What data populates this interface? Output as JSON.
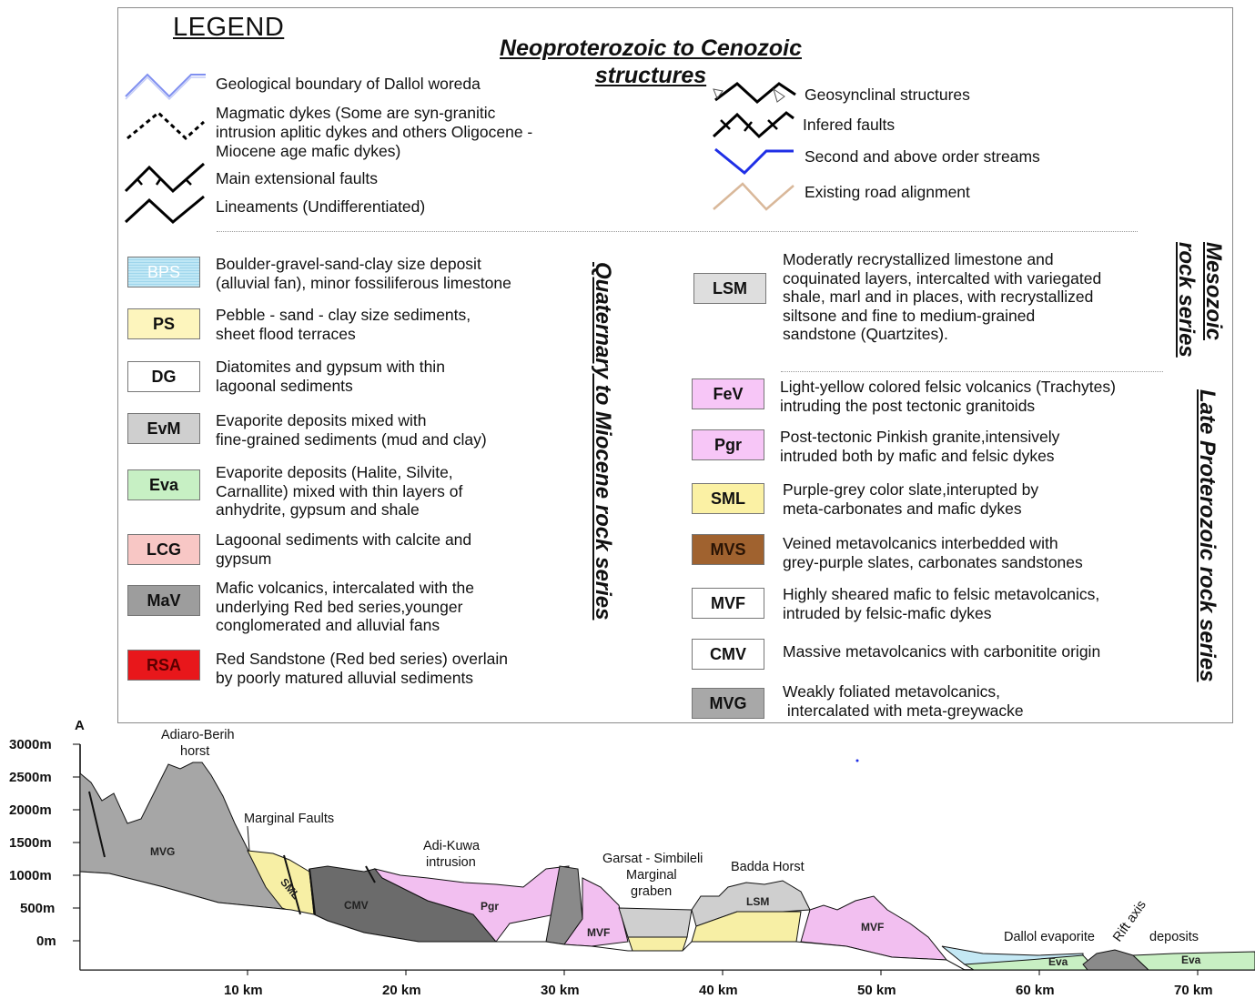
{
  "legend": {
    "title": "LEGEND",
    "structures_title": "Neoproterozoic to Cenozoic structures",
    "structures_left": [
      {
        "icon": "geological-boundary-icon",
        "label": "Geological boundary of Dallol woreda",
        "color": "#7f8ff0"
      },
      {
        "icon": "magmatic-dyke-icon",
        "label": "Magmatic dykes (Some are syn-granitic\nintrusion aplitic dykes and others Oligocene -\nMiocene age mafic dykes)",
        "color": "#000000"
      },
      {
        "icon": "extensional-fault-icon",
        "label": "Main extensional faults",
        "color": "#000000"
      },
      {
        "icon": "lineament-icon",
        "label": "Lineaments (Undifferentiated)",
        "color": "#000000"
      }
    ],
    "structures_right": [
      {
        "icon": "geosyncline-icon",
        "label": "Geosynclinal structures",
        "color": "#000000"
      },
      {
        "icon": "inferred-fault-icon",
        "label": "Infered faults",
        "color": "#000000"
      },
      {
        "icon": "stream-icon",
        "label": "Second and above order streams",
        "color": "#1f2fe6"
      },
      {
        "icon": "road-icon",
        "label": "Existing road alignment",
        "color": "#d9b89a"
      }
    ],
    "quaternary_label": "Quaternary to Miocene rock series",
    "mesozoic_label": "Mesozoic rock series",
    "proterozoic_label": "Late Proterozoic rock series",
    "units_left": [
      {
        "code": "BPS",
        "color": "#bfe7f5",
        "desc": "Boulder-gravel-sand-clay size deposit\n(alluvial fan), minor fossiliferous limestone"
      },
      {
        "code": "PS",
        "color": "#fdf5bd",
        "desc": "Pebble - sand - clay size sediments,\nsheet flood terraces"
      },
      {
        "code": "DG",
        "color": "#ffffff",
        "desc": "Diatomites and gypsum with thin\nlagoonal sediments"
      },
      {
        "code": "EvM",
        "color": "#cfcfcf",
        "desc": "Evaporite deposits mixed with\nfine-grained sediments (mud and clay)"
      },
      {
        "code": "Eva",
        "color": "#c7f0c4",
        "desc": "Evaporite deposits (Halite, Silvite,\nCarnallite) mixed with thin layers of\nanhydrite, gypsum and shale"
      },
      {
        "code": "LCG",
        "color": "#f8c7c5",
        "desc": "Lagoonal sediments with calcite and\ngypsum"
      },
      {
        "code": "MaV",
        "color": "#9d9d9d",
        "desc": "Mafic volcanics, intercalated with the\nunderlying Red bed series,younger\nconglomerated and alluvial fans"
      },
      {
        "code": "RSA",
        "color": "#e8171b",
        "desc": "Red Sandstone (Red bed series) overlain\nby poorly matured alluvial sediments"
      }
    ],
    "units_right": [
      {
        "code": "LSM",
        "color": "#dedede",
        "desc": "Moderatly recrystallized limestone and\ncoquinated layers, intercalted with variegated\nshale, marl and in places, with recrystallized\nsiltsone and fine to medium-grained\nsandstone (Quartzites)."
      },
      {
        "code": "FeV",
        "color": "#f7c6f7",
        "desc": "Light-yellow colored felsic volcanics (Trachytes)\nintruding the post tectonic granitoids"
      },
      {
        "code": "Pgr",
        "color": "#f7c6f7",
        "desc": "Post-tectonic Pinkish granite,intensively\nintruded both by mafic and felsic dykes"
      },
      {
        "code": "SML",
        "color": "#fbf1a4",
        "desc": "Purple-grey color slate,interupted by\nmeta-carbonates and mafic dykes"
      },
      {
        "code": "MVS",
        "color": "#a0622f",
        "desc": "Veined metavolcanics interbedded with\ngrey-purple slates, carbonates sandstones"
      },
      {
        "code": "MVF",
        "color": "#ffffff",
        "desc": "Highly sheared mafic to felsic metavolcanics,\nintruded by felsic-mafic dykes"
      },
      {
        "code": "CMV",
        "color": "#ffffff",
        "desc": "Massive metavolcanics with carbonitite origin"
      },
      {
        "code": "MVG",
        "color": "#a8a8a8",
        "desc": "Weakly foliated metavolcanics,\n intercalated with meta-greywacke"
      }
    ]
  },
  "section": {
    "corner_label": "A",
    "elevation_labels": [
      "3000m",
      "2500m",
      "2000m",
      "1500m",
      "1000m",
      "500m",
      "0m"
    ],
    "distance_labels": [
      "10 km",
      "20 km",
      "30 km",
      "40 km",
      "50 km",
      "60 km",
      "70 km"
    ],
    "annotations": {
      "adiaro": "Adiaro-Berih\nhorst",
      "marginal_faults": "Marginal Faults",
      "adi_kuwa": "Adi-Kuwa\nintrusion",
      "garsat": "Garsat - Simbileli\nMarginal\ngraben",
      "badda": "Badda Horst",
      "dallol": "Dallol evaporite",
      "rift_axis": "Rift axis",
      "deposits": "deposits"
    },
    "unit_labels": [
      "MVG",
      "SML",
      "CMV",
      "Pgr",
      "MVF",
      "LSM",
      "MVF",
      "Eva",
      "Eva"
    ],
    "colors": {
      "mvg": "#a6a6a6",
      "cmv": "#6b6b6b",
      "sml": "#f7efa5",
      "pgr": "#f2bff0",
      "lsm": "#cfcfcf",
      "eva": "#c8efc3",
      "bps": "#c4e8f4",
      "basement": "#ffffff"
    }
  }
}
